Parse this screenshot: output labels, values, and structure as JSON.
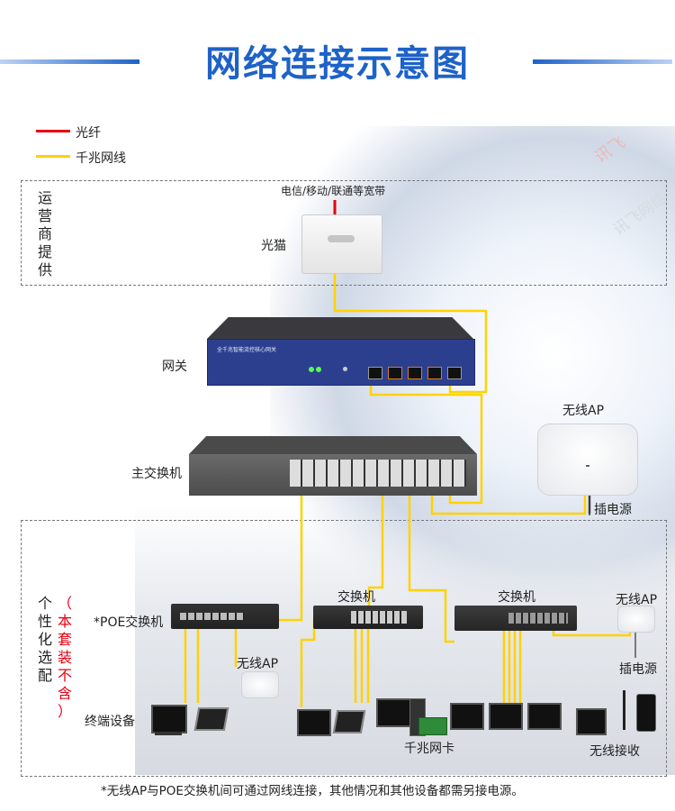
{
  "title": "网络连接示意图",
  "legend": [
    {
      "label": "光纤",
      "color": "#e60012"
    },
    {
      "label": "千兆网线",
      "color": "#ffd200"
    }
  ],
  "watermark": {
    "logo": "讯飞",
    "name": "讯飞网络"
  },
  "isp_box": {
    "side_label": "运营商提供",
    "isp_text": "电信/移动/联通等宽带",
    "modem_label": "光猫"
  },
  "gateway": {
    "label": "网关",
    "panel_text": "全千兆智能流控核心网关"
  },
  "main_switch": {
    "label": "主交换机"
  },
  "wireless_ap_top": {
    "label": "无线AP",
    "power_label": "插电源"
  },
  "custom_box": {
    "side_label": "个性化选配",
    "note_label": "（本套装不含）"
  },
  "poe_switch": {
    "label": "*POE交换机"
  },
  "switch_mid": {
    "label": "交换机"
  },
  "switch_right": {
    "label": "交换机"
  },
  "ap_small_left": {
    "label": "无线AP"
  },
  "ap_small_right": {
    "label": "无线AP",
    "power_label": "插电源"
  },
  "terminal": {
    "label": "终端设备"
  },
  "nic": {
    "label": "千兆网卡"
  },
  "wireless_rx": {
    "label": "无线接收"
  },
  "footnote": "*无线AP与POE交换机间可通过网线连接，其他情况和其他设备都需另接电源。",
  "colors": {
    "title": "#1e62c8",
    "fiber": "#e60012",
    "ethernet": "#ffd200",
    "gateway_body": "#2c3f8f"
  }
}
